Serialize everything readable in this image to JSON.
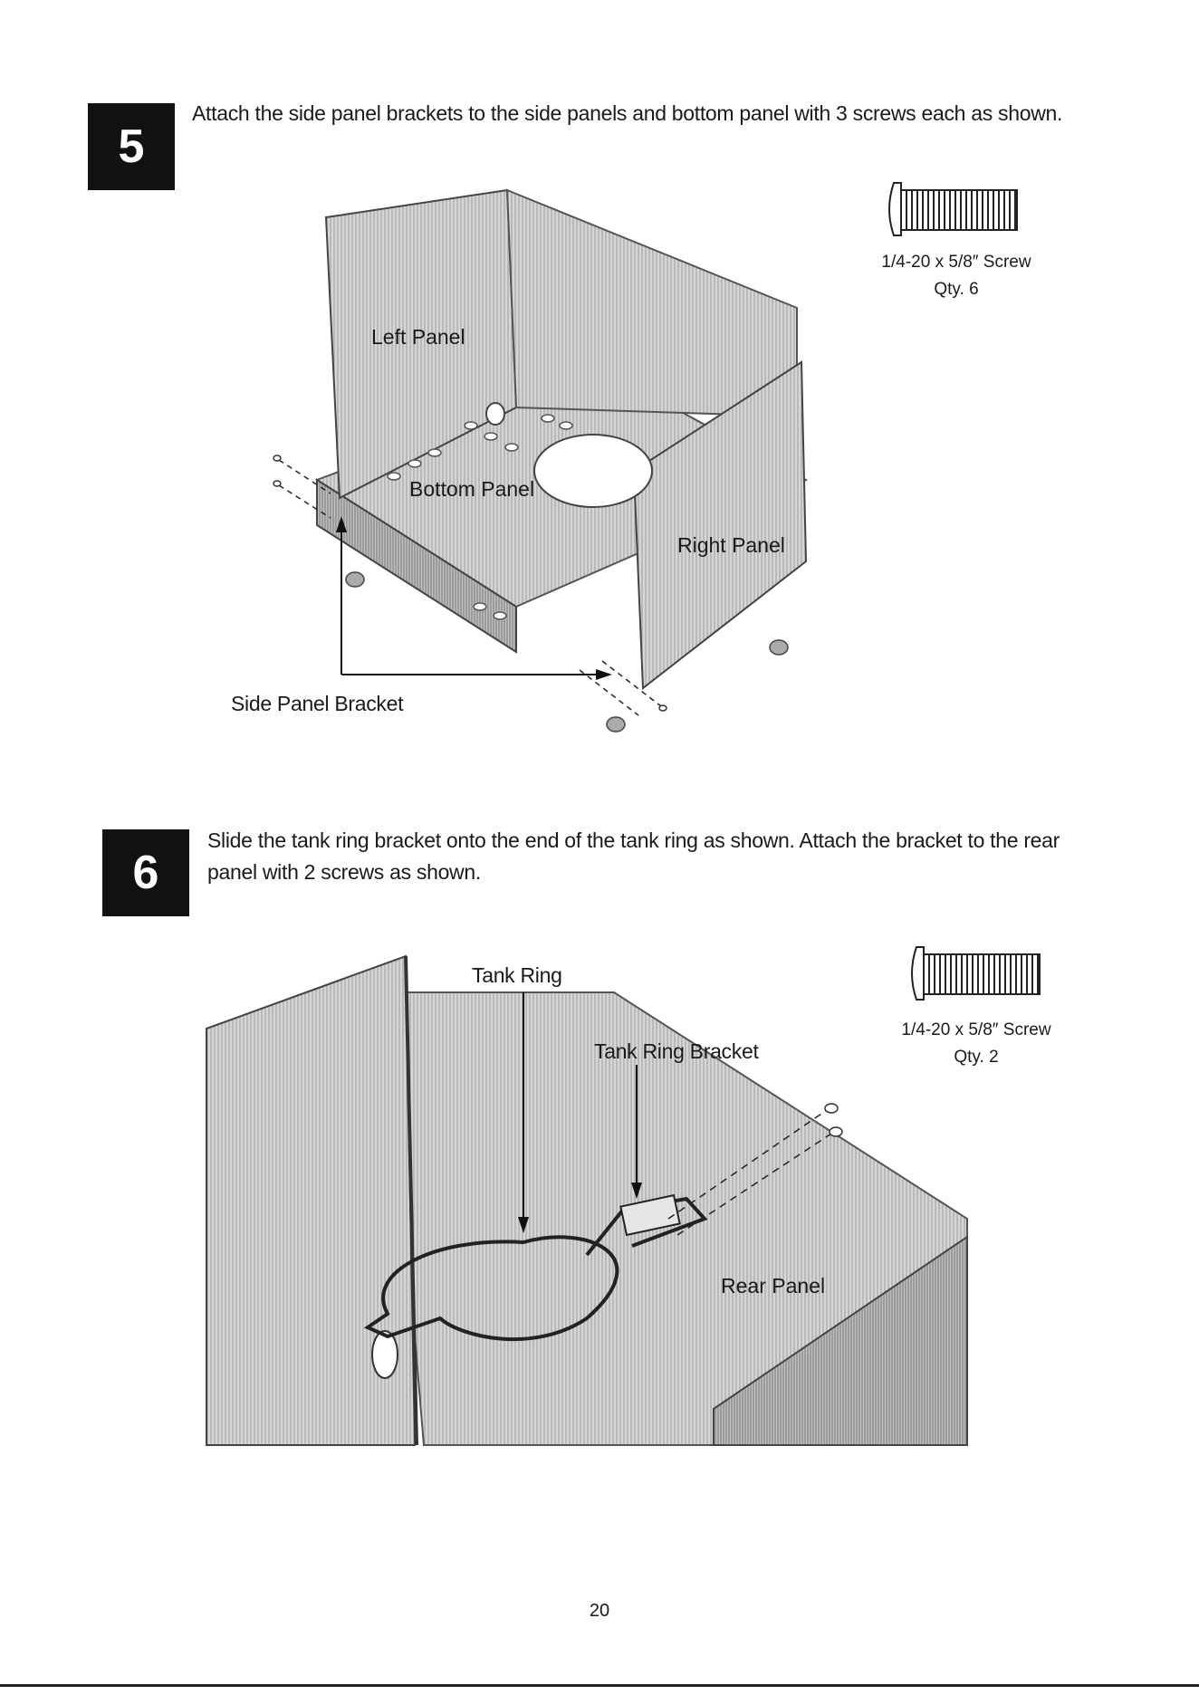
{
  "step5": {
    "number": "5",
    "instruction": "Attach the side panel brackets to the side panels and bottom panel with 3 screws each as shown.",
    "labels": {
      "left_panel": "Left Panel",
      "bottom_panel": "Bottom Panel",
      "right_panel": "Right Panel",
      "side_panel_bracket": "Side Panel Bracket"
    },
    "screw": {
      "spec": "1/4-20 x 5/8″ Screw",
      "qty": "Qty. 6"
    }
  },
  "step6": {
    "number": "6",
    "instruction": "Slide the tank ring bracket onto the end of the tank ring as shown. Attach the bracket to the rear panel with 2 screws as shown.",
    "labels": {
      "tank_ring": "Tank Ring",
      "tank_ring_bracket": "Tank Ring Bracket",
      "rear_panel": "Rear Panel"
    },
    "screw": {
      "spec": "1/4-20 x 5/8″ Screw",
      "qty": "Qty. 2"
    }
  },
  "page_number": "20",
  "colors": {
    "ink": "#1a1a1a",
    "panel": "#cfcfcf",
    "panel_dark": "#9a9a9a",
    "badge": "#111111"
  }
}
